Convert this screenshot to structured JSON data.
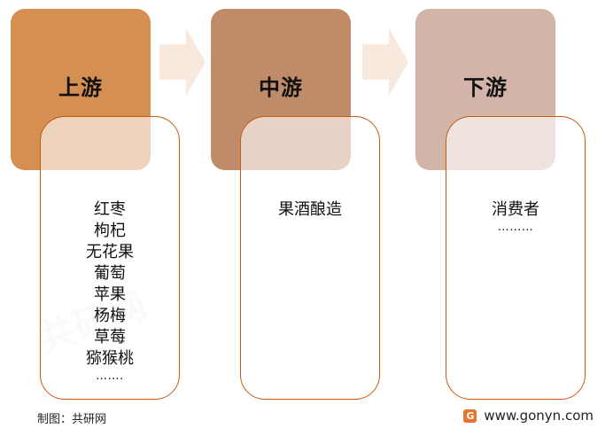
{
  "stages": [
    {
      "title": "上游",
      "color": "#d68f52"
    },
    {
      "title": "中游",
      "color": "#bf8b68"
    },
    {
      "title": "下游",
      "color": "#d2b5a8"
    }
  ],
  "upstream": {
    "items": [
      "红枣",
      "枸杞",
      "无花果",
      "葡萄",
      "苹果",
      "杨梅",
      "草莓",
      "猕猴桃"
    ],
    "ellipsis": "……."
  },
  "midstream": {
    "items": [
      "果酒酿造"
    ]
  },
  "downstream": {
    "items": [
      "消费者"
    ],
    "ellipsis": "………"
  },
  "footer": {
    "source": "制图：共研网",
    "url": "www.gonyn.com",
    "logo_letter": "G"
  },
  "watermark": {
    "text": "共研网"
  },
  "colors": {
    "box_border": "#c55a11",
    "arrow": "#f8e9df"
  }
}
